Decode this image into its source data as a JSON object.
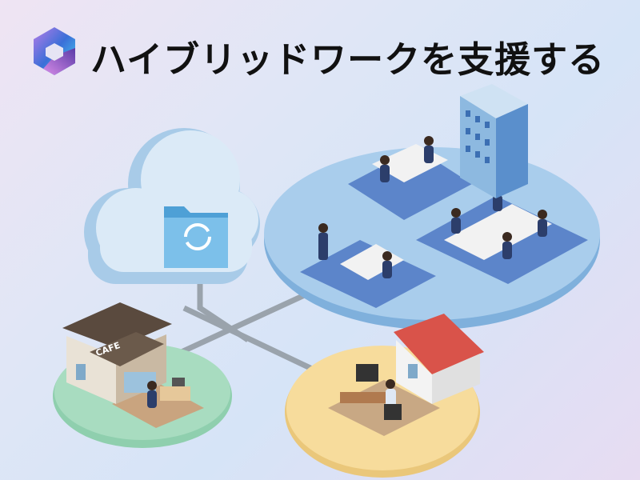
{
  "header": {
    "title": "ハイブリッドワークを支援する",
    "logo_icon": "microsoft-365-logo"
  },
  "scene": {
    "cafe_sign": "CAFE",
    "locations": [
      "office",
      "cafe",
      "home"
    ],
    "cloud_icon": "cloud-sync-folder-icon"
  },
  "colors": {
    "office_platform": "#a9cdec",
    "cafe_platform": "#a8dcc0",
    "home_platform": "#f7dc9c",
    "connector": "#9aa3ac",
    "roof": "#d9534a"
  }
}
